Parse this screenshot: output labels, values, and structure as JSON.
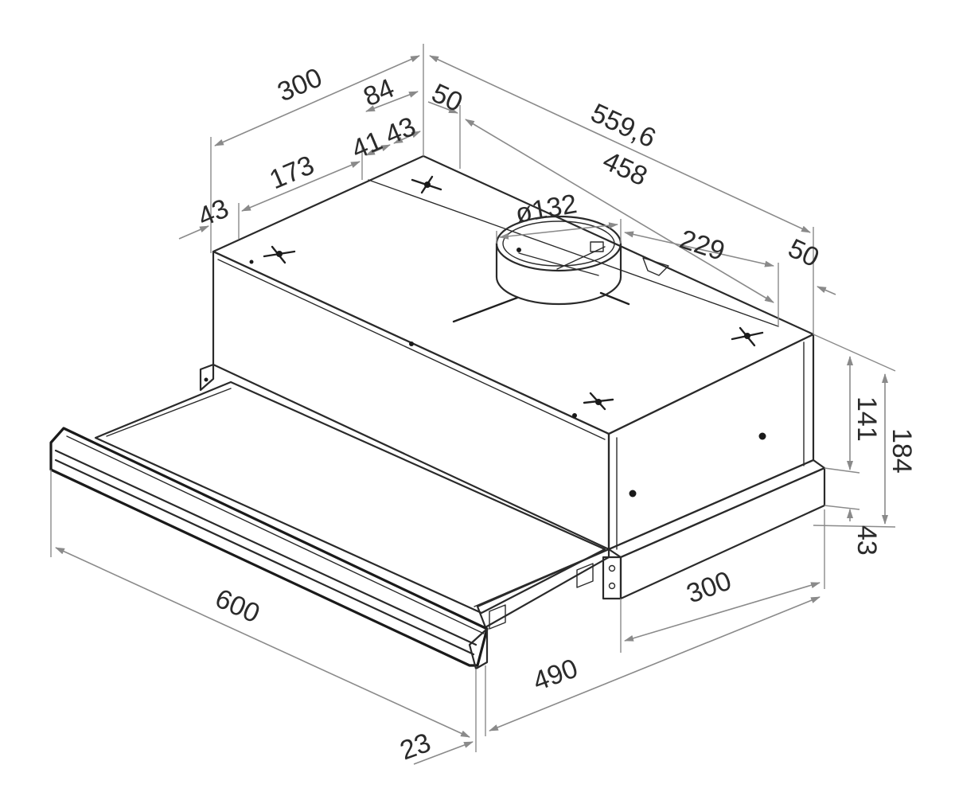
{
  "dimensions": {
    "top_depth_total": "300",
    "top_depth_84": "84",
    "top_offset_50": "50",
    "top_depth_173": "173",
    "top_offset_41": "41",
    "top_offset_43_small": "43",
    "top_left_43": "43",
    "width_total": "559,6",
    "width_458": "458",
    "duct_diameter": "ø132",
    "width_229": "229",
    "right_offset_50": "50",
    "height_141": "141",
    "height_184": "184",
    "height_43": "43",
    "bottom_depth_300": "300",
    "front_width_600": "600",
    "bottom_depth_490": "490",
    "handle_depth_23": "23"
  },
  "colors": {
    "outline": "#2a2a2a",
    "dimension_line": "#8a8a8a",
    "label": "#2b2b2b"
  }
}
